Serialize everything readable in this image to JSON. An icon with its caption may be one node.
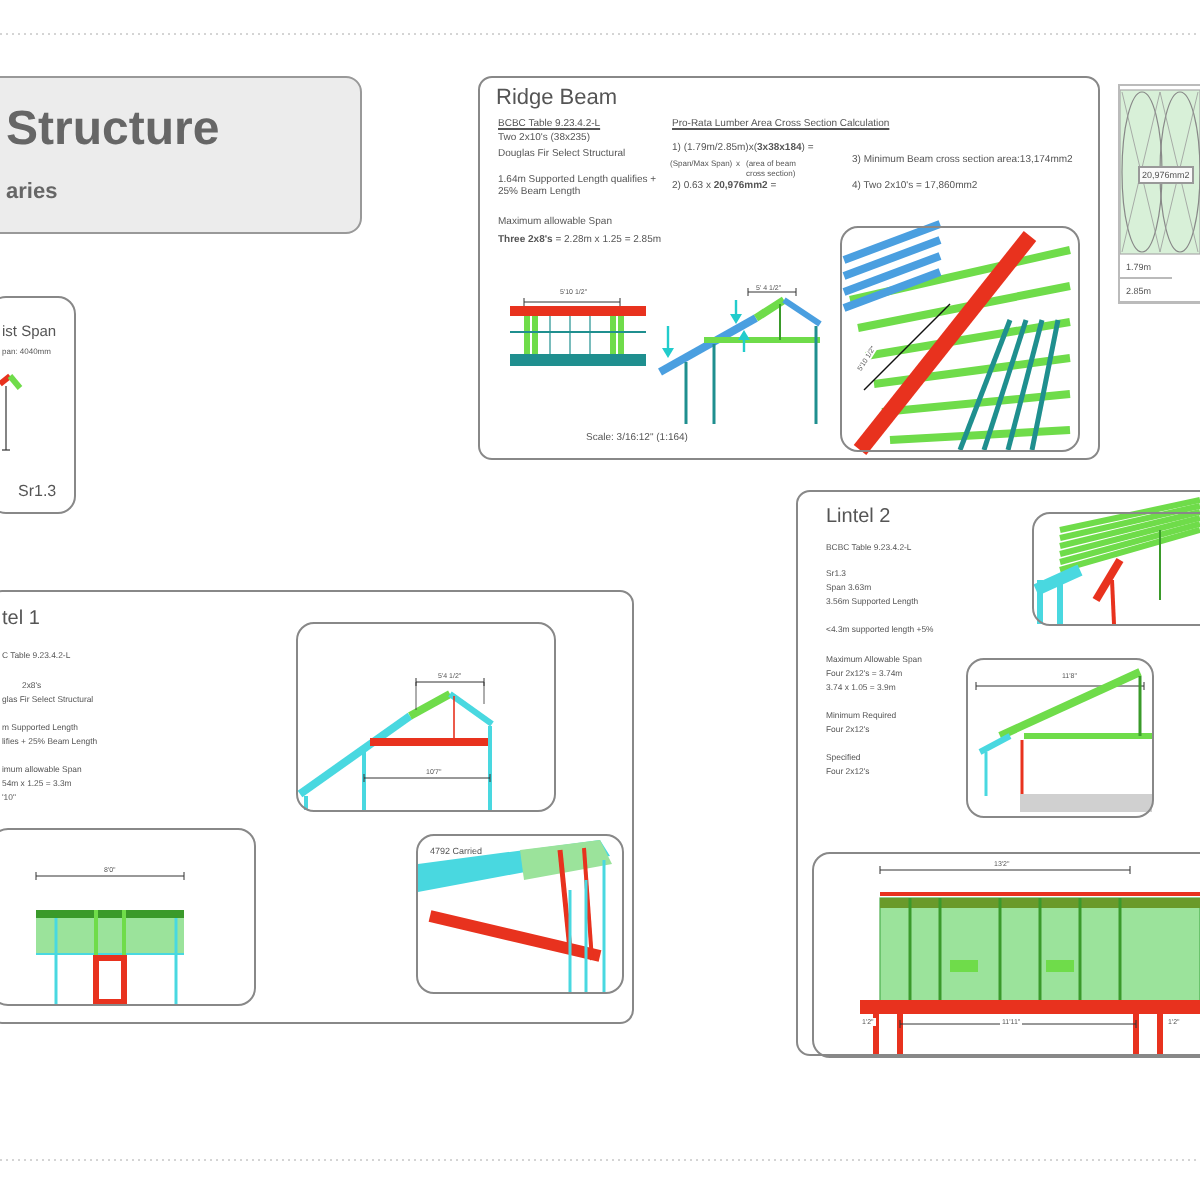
{
  "diagram": {
    "nodes": [
      {
        "text": [
          "Structure",
          "aries"
        ]
      },
      {
        "text": [
          "ist Span",
          "pan: 4040mm",
          "Sr1.3"
        ]
      },
      {
        "text": [
          "Ridge Beam",
          "BCBC Table 9.23.4.2-L",
          "Two 2x10's (38x235)",
          "Douglas Fir Select Structural",
          "1.64m Supported Length qualifies + 25% Beam Length",
          "Maximum allowable Span",
          "**Three 2x8's** = 2.28m x 1.25 = 2.85m",
          "Pro-Rata Lumber Area Cross Section Calculation",
          "1) (1.79m/2.85m)x(**3x38x184**) =",
          "(Span/Max Span)",
          "x",
          "(area of beam cross section)",
          "3) Minimum Beam cross section area:13,174mm2",
          "2) 0.63 x **20,976mm2** =",
          "4) Two 2x10's = 17,860mm2",
          "5'10 1/2\"",
          "5' 4 1/2\"",
          "Scale: 3/16:12\" (1:164)"
        ]
      },
      {
        "text": [
          "5'10 1/2\""
        ],
        "in": 2
      },
      {
        "text": [
          "20,976mm2",
          "1.79m",
          "2.85m"
        ]
      },
      {
        "text": [
          "tel 1",
          "C Table 9.23.4.2-L",
          "2x8's",
          "glas Fir Select Structural",
          "m Supported Length",
          "lifies + 25% Beam Length",
          "imum allowable Span",
          "54m x 1.25 = 3.3m",
          "'10\""
        ]
      },
      {
        "text": [
          "5'4 1/2\"",
          "10'7\""
        ],
        "in": 5
      },
      {
        "text": [
          "8'0\""
        ],
        "in": 5
      },
      {
        "text": [
          "4792 Carried"
        ],
        "in": 5
      },
      {
        "text": [
          "Lintel 2",
          "BCBC Table 9.23.4.2-L",
          "Sr1.3",
          "Span 3.63m",
          "3.56m Supported Length",
          "<4.3m supported length +5%",
          "Maximum Allowable Span",
          "Four 2x12's = 3.74m",
          "3.74 x 1.05 = 3.9m",
          "Minimum Required",
          "Four 2x12's",
          "Specified",
          "Four 2x12's"
        ]
      },
      {
        "text": [],
        "shape": "picture",
        "in": 9
      },
      {
        "text": [
          "11'8\""
        ],
        "in": 9
      },
      {
        "text": [
          "13'2\"",
          "1'2\"",
          "11'11\"",
          "1'2\""
        ],
        "in": 9
      }
    ]
  }
}
